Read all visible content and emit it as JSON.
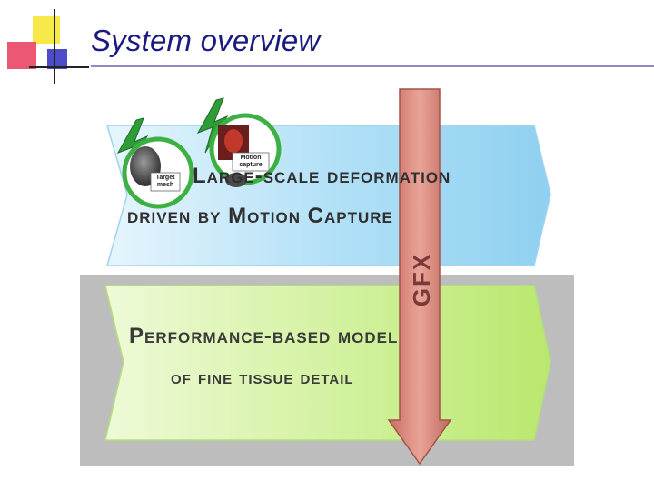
{
  "slide": {
    "title": "System overview"
  },
  "diagram": {
    "top_band": {
      "line1": "Large-scale deformation",
      "line2": "driven by Motion Capture"
    },
    "bottom_band": {
      "line1": "Performance-based model",
      "line2": "of fine tissue detail"
    },
    "arrow_label": "GFX",
    "bubbles": [
      {
        "label": "Target mesh"
      },
      {
        "label": "Motion capture"
      }
    ]
  },
  "colors": {
    "title": "#1a1a80",
    "rule": "#8c8cc0",
    "top_band": "#a9dcf5",
    "bottom_band_bg": "#bdbdbd",
    "bottom_band": "#c9f08a",
    "arrow": "#d98a7e",
    "bubble_ring": "#3cb043"
  }
}
